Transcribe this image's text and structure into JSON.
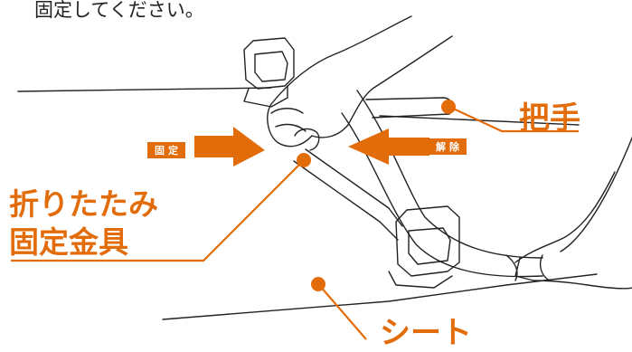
{
  "caption": "固定してください。",
  "labels": {
    "handle": "把手",
    "fold_line1": "折りたたみ",
    "fold_line2": "固定金具",
    "sheet": "シート"
  },
  "tags": {
    "fix": "固定",
    "release": "解除"
  },
  "colors": {
    "accent": "#e36c0a",
    "line": "#222222"
  }
}
